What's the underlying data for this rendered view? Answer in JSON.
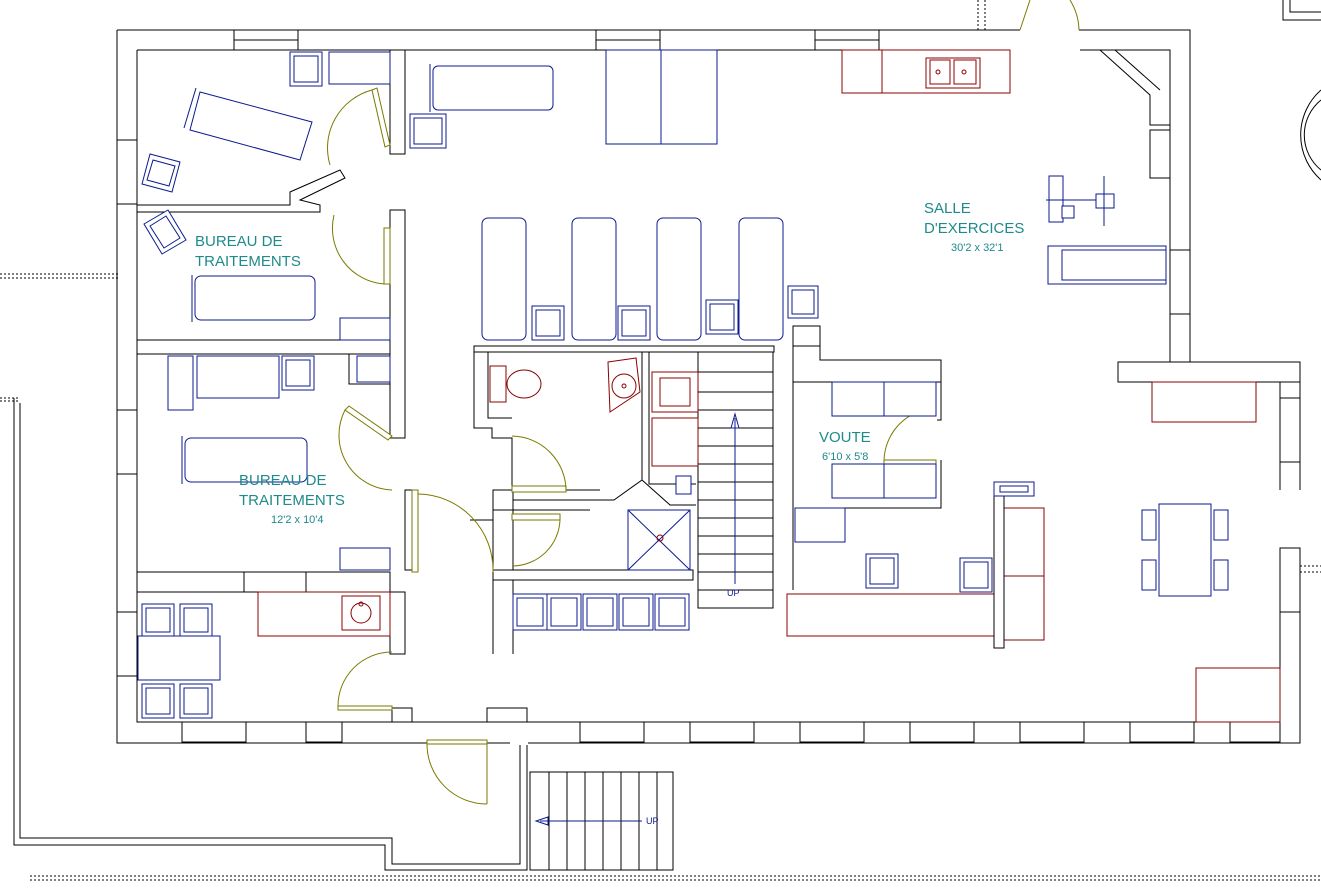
{
  "plan": {
    "rooms": [
      {
        "name_line1": "BUREAU DE",
        "name_line2": "TRAITEMENTS",
        "dimensions": ""
      },
      {
        "name_line1": "BUREAU DE",
        "name_line2": "TRAITEMENTS",
        "dimensions": "12'2 x 10'4"
      },
      {
        "name_line1": "SALLE",
        "name_line2": "D'EXERCICES",
        "dimensions": "30'2 x 32'1"
      },
      {
        "name_line1": "VOUTE",
        "name_line2": "",
        "dimensions": "6'10 x 5'8"
      }
    ],
    "stairs": [
      {
        "label": "UP"
      },
      {
        "label": "UP"
      }
    ]
  },
  "colors": {
    "walls": "#000000",
    "furniture": "#0b1a8f",
    "fixtures": "#8b0000",
    "doors": "#7a7a00",
    "labels": "#1f8a8a"
  }
}
